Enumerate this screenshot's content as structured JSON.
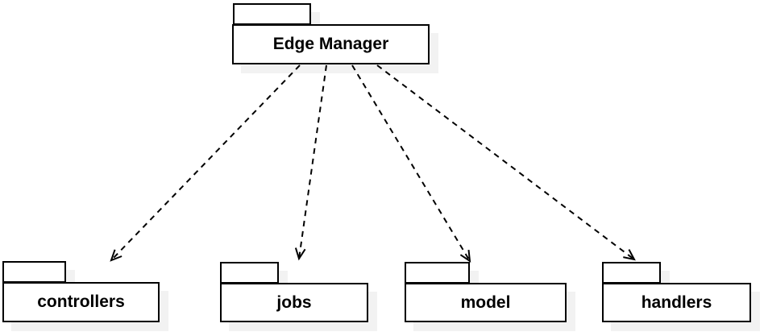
{
  "diagram": {
    "type": "uml-package-diagram",
    "background_color": "#ffffff",
    "colors": {
      "border": "#000000",
      "text": "#000000",
      "shadow": "#f2f2f2"
    },
    "packages": [
      {
        "id": "edge-manager",
        "label": "Edge Manager"
      },
      {
        "id": "controllers",
        "label": "controllers"
      },
      {
        "id": "jobs",
        "label": "jobs"
      },
      {
        "id": "model",
        "label": "model"
      },
      {
        "id": "handlers",
        "label": "handlers"
      }
    ],
    "dependencies": [
      {
        "from": "Edge Manager",
        "to": "controllers",
        "line": "dashed",
        "arrowhead": "open"
      },
      {
        "from": "Edge Manager",
        "to": "jobs",
        "line": "dashed",
        "arrowhead": "open"
      },
      {
        "from": "Edge Manager",
        "to": "model",
        "line": "dashed",
        "arrowhead": "open"
      },
      {
        "from": "Edge Manager",
        "to": "handlers",
        "line": "dashed",
        "arrowhead": "open"
      }
    ]
  }
}
